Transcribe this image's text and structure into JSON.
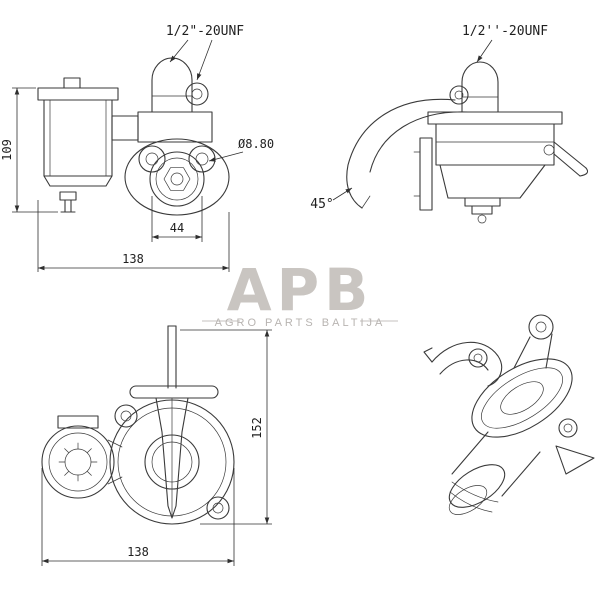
{
  "drawing": {
    "background": "#ffffff",
    "line_color": "#3a3a3a",
    "dim_color": "#2f2f2f"
  },
  "front_view": {
    "thread_label": "1/2\"-20UNF",
    "hole_diameter_label": "Ø8.80",
    "height_dim": "109",
    "bolt_spacing_dim": "44",
    "width_dim": "138"
  },
  "side_view": {
    "thread_label": "1/2''-20UNF",
    "angle_label": "45°"
  },
  "plan_view": {
    "height_dim": "152",
    "width_dim": "138"
  },
  "watermark": {
    "logo_text": "APB",
    "subtitle": "AGRO PARTS BALTIJA"
  }
}
